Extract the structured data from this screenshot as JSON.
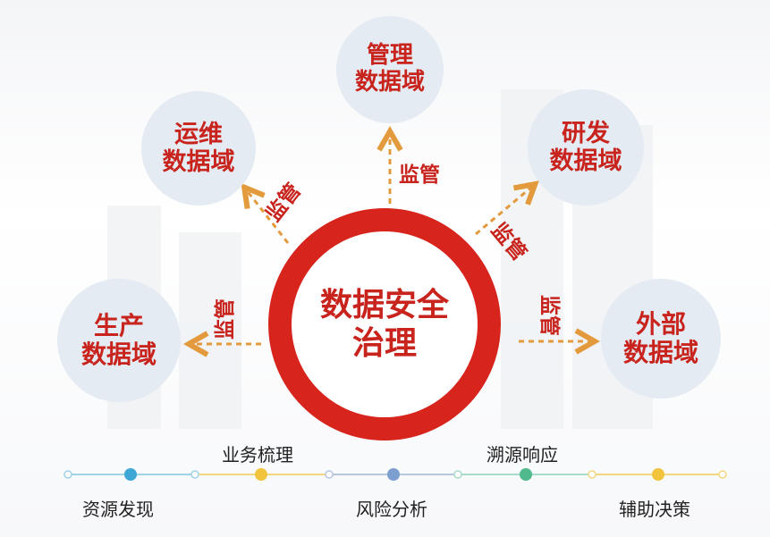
{
  "center": {
    "line1": "数据安全",
    "line2": "治理"
  },
  "domains": {
    "management": {
      "line1": "管理",
      "line2": "数据域"
    },
    "operations": {
      "line1": "运维",
      "line2": "数据域"
    },
    "rnd": {
      "line1": "研发",
      "line2": "数据域"
    },
    "production": {
      "line1": "生产",
      "line2": "数据域"
    },
    "external": {
      "line1": "外部",
      "line2": "数据域"
    }
  },
  "edge_labels": {
    "management": "监管",
    "operations": "监管",
    "rnd": "监管",
    "production": "监管",
    "external": "监管"
  },
  "timeline": {
    "top": [
      "业务梳理",
      "溯源响应"
    ],
    "bottom": [
      "资源发现",
      "风险分析",
      "辅助决策"
    ]
  },
  "colors": {
    "accent": "#d7241d",
    "bubble": "#e4ebf2",
    "arrow": "#e39a3c"
  }
}
